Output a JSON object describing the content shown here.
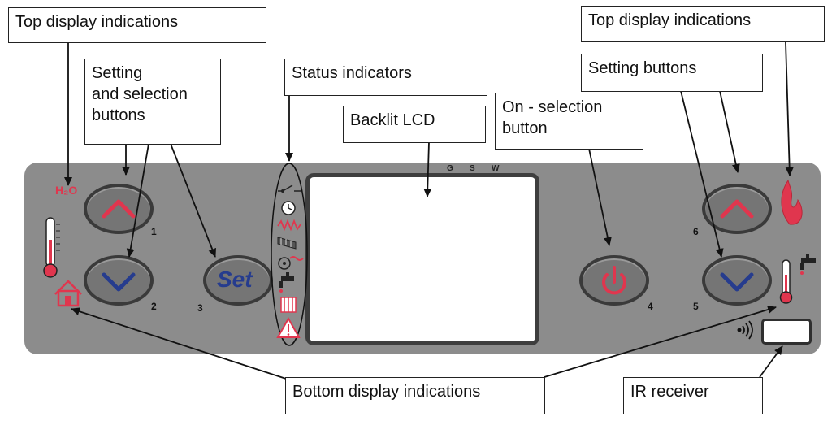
{
  "callouts": {
    "top_display_left": "Top display indications",
    "setting_selection_line1": "Setting",
    "setting_selection_line2": "and selection",
    "setting_selection_line3": "buttons",
    "status_indicators": "Status indicators",
    "backlit_lcd": "Backlit LCD",
    "on_selection_line1": "On - selection",
    "on_selection_line2": "button",
    "setting_buttons": "Setting buttons",
    "top_display_right": "Top display indications",
    "bottom_display": "Bottom display indications",
    "ir_receiver": "IR receiver"
  },
  "panel": {
    "h2o_label": "H₂O",
    "set_label": "Set",
    "lcd_columns": [
      "G",
      "S",
      "W"
    ],
    "button_numbers": [
      "1",
      "2",
      "3",
      "4",
      "5",
      "6"
    ]
  },
  "icons": {
    "status": [
      "switch-icon",
      "clock-icon",
      "heating-element-icon",
      "pellet-auger-icon",
      "fan-icon",
      "tap-icon",
      "radiator-icon",
      "alarm-icon"
    ],
    "other": [
      "thermometer-icon",
      "house-icon",
      "flame-icon",
      "thermometer-tap-icon",
      "ir-waves-icon",
      "up-arrow-icon",
      "down-arrow-icon",
      "power-icon"
    ]
  },
  "colors": {
    "panel": "#8c8c8c",
    "accent_red": "#e0364e",
    "accent_blue": "#263c8e"
  }
}
